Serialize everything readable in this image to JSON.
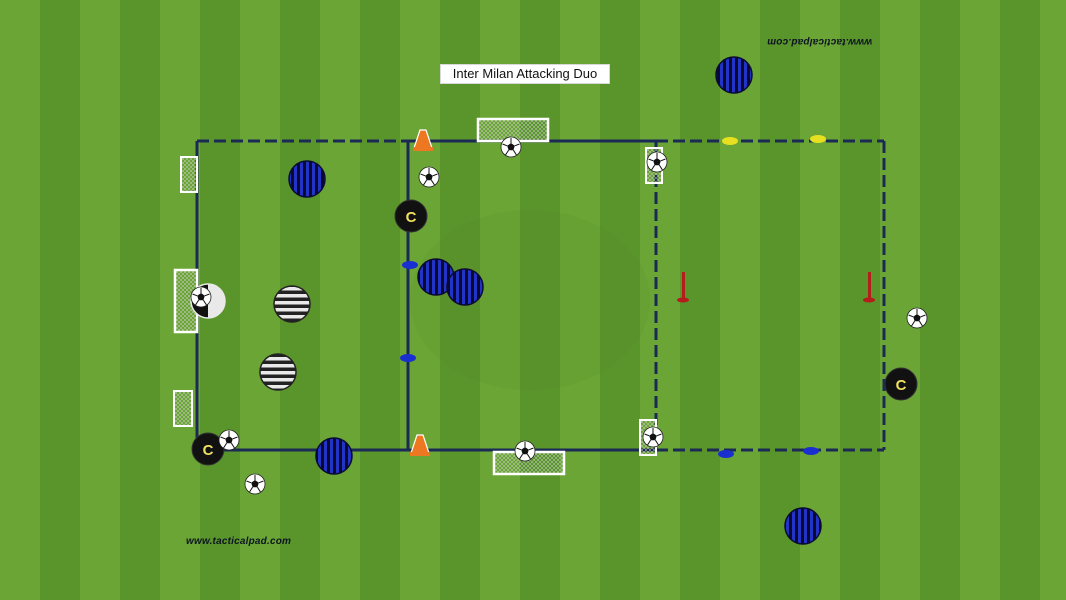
{
  "title": "Inter Milan Attacking Duo",
  "watermark_top": "www.tacticalpad.com",
  "watermark_bottom": "www.tacticalpad.com",
  "coach_symbol": "C",
  "colors": {
    "grass_light": "#6da83a",
    "grass_dark": "#57902a",
    "line": "#1a2a55",
    "inter_blue": "#2233c8",
    "inter_black": "#0a0a30",
    "juventus_white": "#e8e8e8",
    "coach": "#111111",
    "cone_orange": "#ee7722",
    "pole_red": "#b51d1d",
    "disc_yellow": "#e6e020",
    "disc_blue": "#1a2fd0"
  },
  "icons": {
    "player_inter": "striped-blue-black-player-icon",
    "player_juventus": "striped-black-white-player-icon",
    "coach": "coach-icon",
    "ball": "football-icon",
    "goal": "goal-icon",
    "cone": "cone-icon",
    "pole": "pole-icon",
    "disc": "disc-marker-icon"
  }
}
